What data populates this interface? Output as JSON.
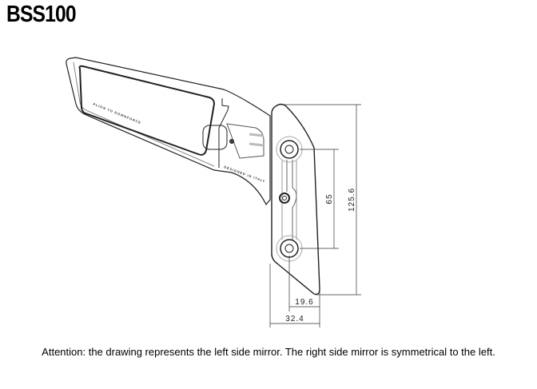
{
  "title": "BSS100",
  "drawing": {
    "engraving_1": "ALIGN TO DOWNFORCE",
    "engraving_2": "DESIGNED IN ITALY",
    "dimensions": {
      "overall_height": "125.6",
      "bolt_spacing": "65",
      "bolt_offset": "19.6",
      "overall_width": "32.4"
    }
  },
  "caption": "Attention: the drawing represents the left side mirror. The right side mirror is symmetrical to the left."
}
